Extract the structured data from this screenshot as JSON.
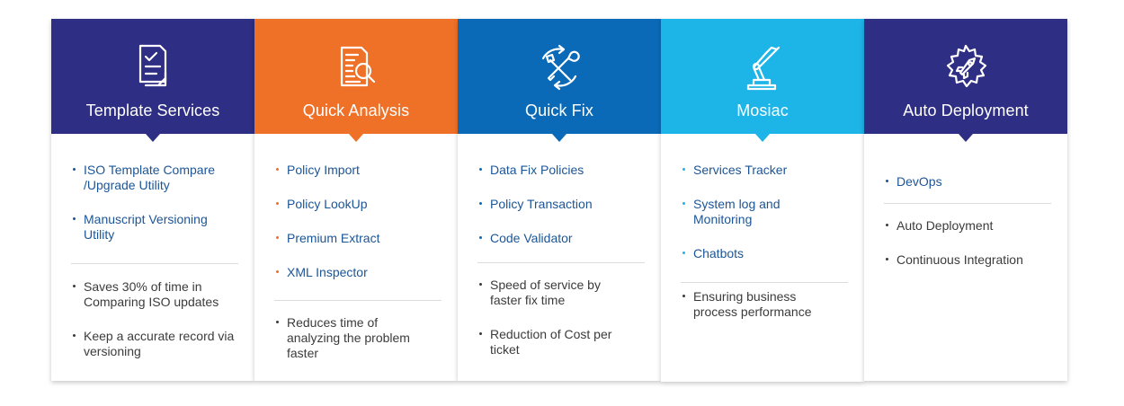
{
  "colors": {
    "template": "#2e2e84",
    "analysis": "#ef7027",
    "quickfix": "#0a6ab8",
    "mosiac": "#1db4e8",
    "deploy": "#2e2e84",
    "link_text": "#1c5596",
    "body_text": "#3b3b3b"
  },
  "cards": [
    {
      "title": "Template Services",
      "icon": "checklist-icon",
      "primary": [
        "ISO Template Compare /Upgrade Utility",
        "Manuscript Versioning Utility"
      ],
      "secondary": [
        "Saves 30% of time in Comparing ISO updates",
        "Keep a accurate record via versioning"
      ]
    },
    {
      "title": "Quick Analysis",
      "icon": "document-magnifier-icon",
      "primary": [
        "Policy Import",
        "Policy LookUp",
        "Premium Extract",
        "XML Inspector"
      ],
      "secondary": [
        "Reduces time of analyzing the problem faster"
      ]
    },
    {
      "title": "Quick Fix",
      "icon": "tools-cycle-icon",
      "primary": [
        "Data Fix Policies",
        "Policy Transaction",
        "Code Validator"
      ],
      "secondary": [
        "Speed of service by faster fix time",
        "Reduction of Cost per ticket"
      ]
    },
    {
      "title": "Mosiac",
      "icon": "robot-arm-icon",
      "primary": [
        "Services Tracker",
        "System log and Monitoring",
        "Chatbots"
      ],
      "secondary": [
        "Ensuring business process performance"
      ]
    },
    {
      "title": "Auto Deployment",
      "icon": "gear-rocket-icon",
      "primary": [
        "DevOps"
      ],
      "secondary": [
        "Auto Deployment",
        "Continuous Integration"
      ]
    }
  ]
}
